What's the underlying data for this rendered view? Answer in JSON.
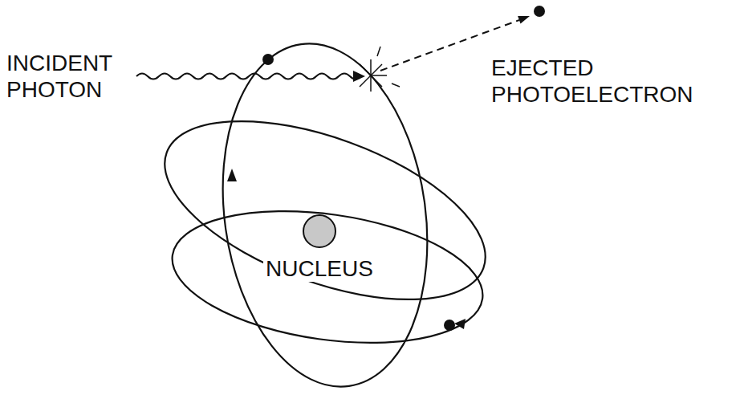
{
  "diagram": {
    "labels": [
      "INCIDENT PHOTON",
      "EJECTED PHOTOELECTRON",
      "NUCLEUS"
    ]
  }
}
